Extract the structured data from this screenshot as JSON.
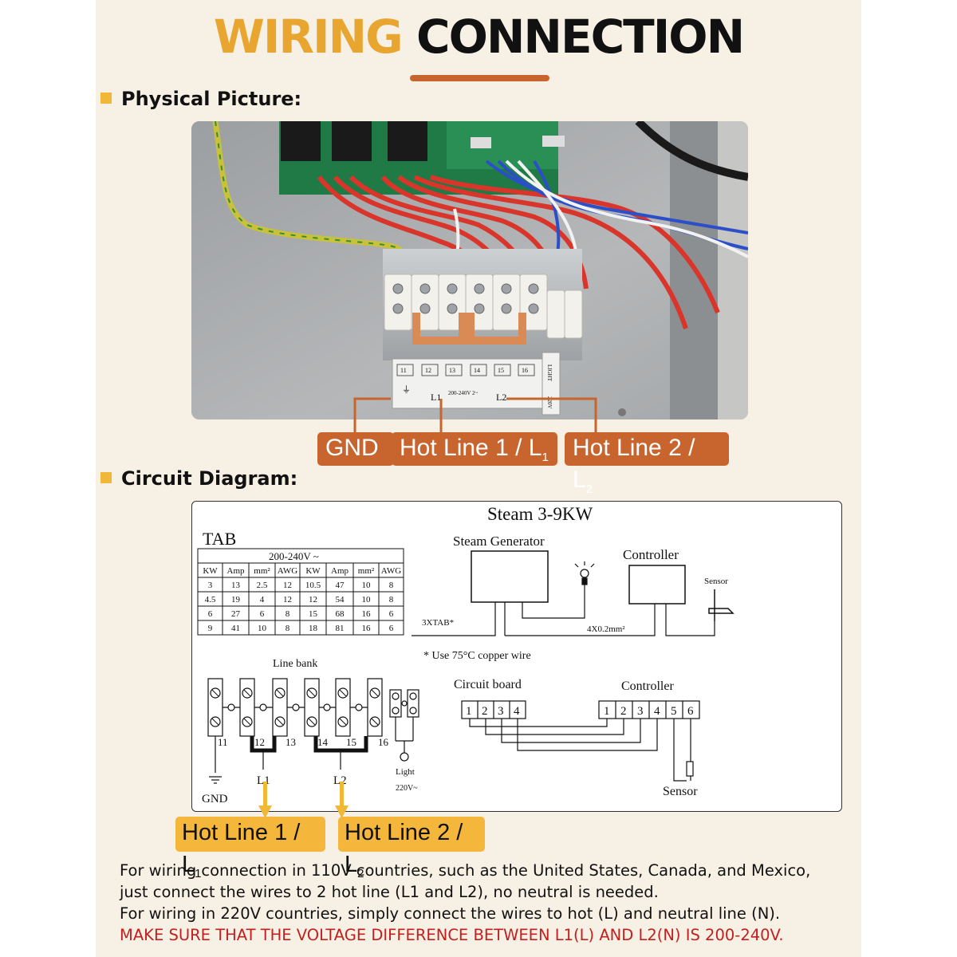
{
  "title": {
    "part1": "WIRING",
    "part2": "CONNECTION"
  },
  "sections": {
    "physical": "Physical Picture:",
    "circuit": "Circuit Diagram:"
  },
  "photo": {
    "terminal_numbers": [
      "11",
      "12",
      "13",
      "14",
      "15",
      "16"
    ],
    "label_l1": "L1",
    "label_l2": "L2",
    "label_voltage": "200-240V  2~",
    "label_light": "LIGHT",
    "label_220": "220V"
  },
  "tags": {
    "gnd": "GND",
    "hot1": "Hot Line 1 / L",
    "hot1_sub": "1",
    "hot2": "Hot Line 2 / L",
    "hot2_sub": "2"
  },
  "diagram": {
    "title": "Steam 3-9KW",
    "tab_label": "TAB",
    "table": {
      "voltage_header": "200-240V ~",
      "columns": [
        "KW",
        "Amp",
        "mm²",
        "AWG",
        "KW",
        "Amp",
        "mm²",
        "AWG"
      ],
      "rows": [
        [
          "3",
          "13",
          "2.5",
          "12",
          "10.5",
          "47",
          "10",
          "8"
        ],
        [
          "4.5",
          "19",
          "4",
          "12",
          "12",
          "54",
          "10",
          "8"
        ],
        [
          "6",
          "27",
          "6",
          "8",
          "15",
          "68",
          "16",
          "6"
        ],
        [
          "9",
          "41",
          "10",
          "8",
          "18",
          "81",
          "16",
          "6"
        ]
      ]
    },
    "steam_generator": "Steam Generator",
    "controller_top": "Controller",
    "sensor_top": "Sensor",
    "cable_3xtab": "3XTAB*",
    "cable_4x": "4X0.2mm²",
    "copper_note": "* Use 75°C copper wire",
    "line_bank": "Line bank",
    "terminals": [
      "11",
      "12",
      "13",
      "14",
      "15",
      "16"
    ],
    "gnd": "GND",
    "l1": "L1",
    "l2": "L2",
    "light": "Light",
    "light_voltage": "220V~",
    "circuit_board": "Circuit board",
    "controller_bottom": "Controller",
    "cb_pins": [
      "1",
      "2",
      "3",
      "4"
    ],
    "ctrl_pins": [
      "1",
      "2",
      "3",
      "4",
      "5",
      "6"
    ],
    "sensor_bottom": "Sensor"
  },
  "notes": {
    "line1": "For wiring connection in 110V countries, such as the United States, Canada, and Mexico,",
    "line2": "just connect the wires to 2 hot line (L1 and L2), no neutral is needed.",
    "line3": "For wiring in 220V countries, simply connect the wires to hot (L) and neutral line (N).",
    "line4": "MAKE SURE THAT THE VOLTAGE DIFFERENCE BETWEEN L1(L) AND L2(N) IS 200-240V."
  },
  "colors": {
    "accent_orange": "#c8652e",
    "accent_yellow": "#f1b737",
    "warning_red": "#c41f1f",
    "background": "#f7f0e4"
  }
}
